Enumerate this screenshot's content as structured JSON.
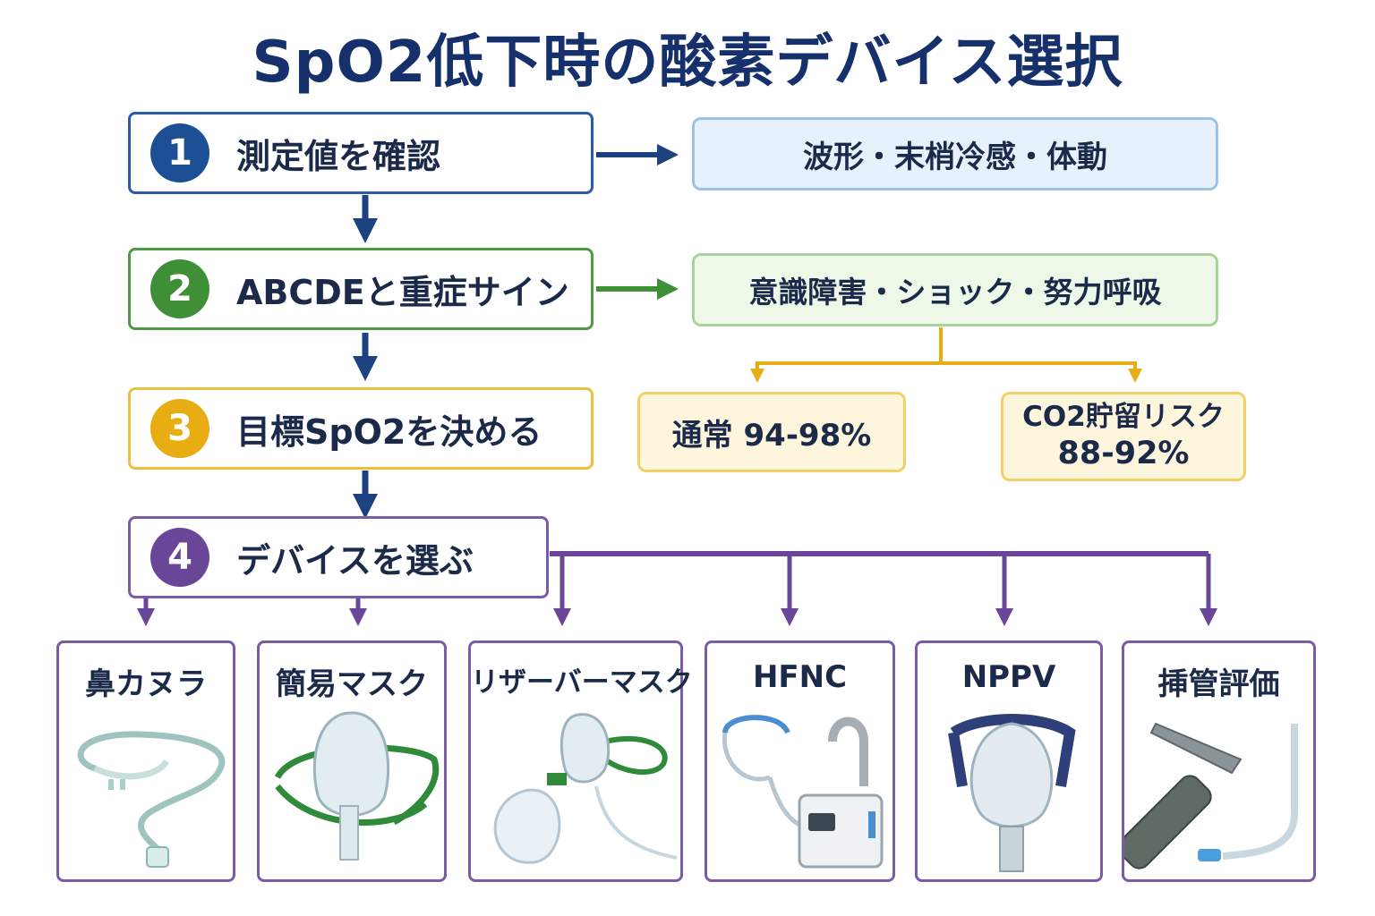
{
  "title": "SpO2低下時の酸素デバイス選択",
  "steps": [
    {
      "number": "1",
      "label": "測定値を確認",
      "color": "#1d4f95"
    },
    {
      "number": "2",
      "label": "ABCDEと重症サイン",
      "color": "#3f8f36"
    },
    {
      "number": "3",
      "label": "目標SpO2を決める",
      "color": "#e8ad12"
    },
    {
      "number": "4",
      "label": "デバイスを選ぶ",
      "color": "#6a4698"
    }
  ],
  "checks": {
    "measurement": "波形・末梢冷感・体動",
    "severe_signs": "意識障害・ショック・努力呼吸"
  },
  "targets": {
    "normal": "通常 94-98%",
    "co2_label": "CO2貯留リスク",
    "co2_range": "88-92%"
  },
  "devices": [
    {
      "label": "鼻カヌラ",
      "icon": "nasal-cannula-icon"
    },
    {
      "label": "簡易マスク",
      "icon": "simple-mask-icon"
    },
    {
      "label": "リザーバーマスク",
      "icon": "reservoir-mask-icon"
    },
    {
      "label": "HFNC",
      "icon": "hfnc-icon"
    },
    {
      "label": "NPPV",
      "icon": "nppv-mask-icon"
    },
    {
      "label": "挿管評価",
      "icon": "laryngoscope-icon"
    }
  ]
}
